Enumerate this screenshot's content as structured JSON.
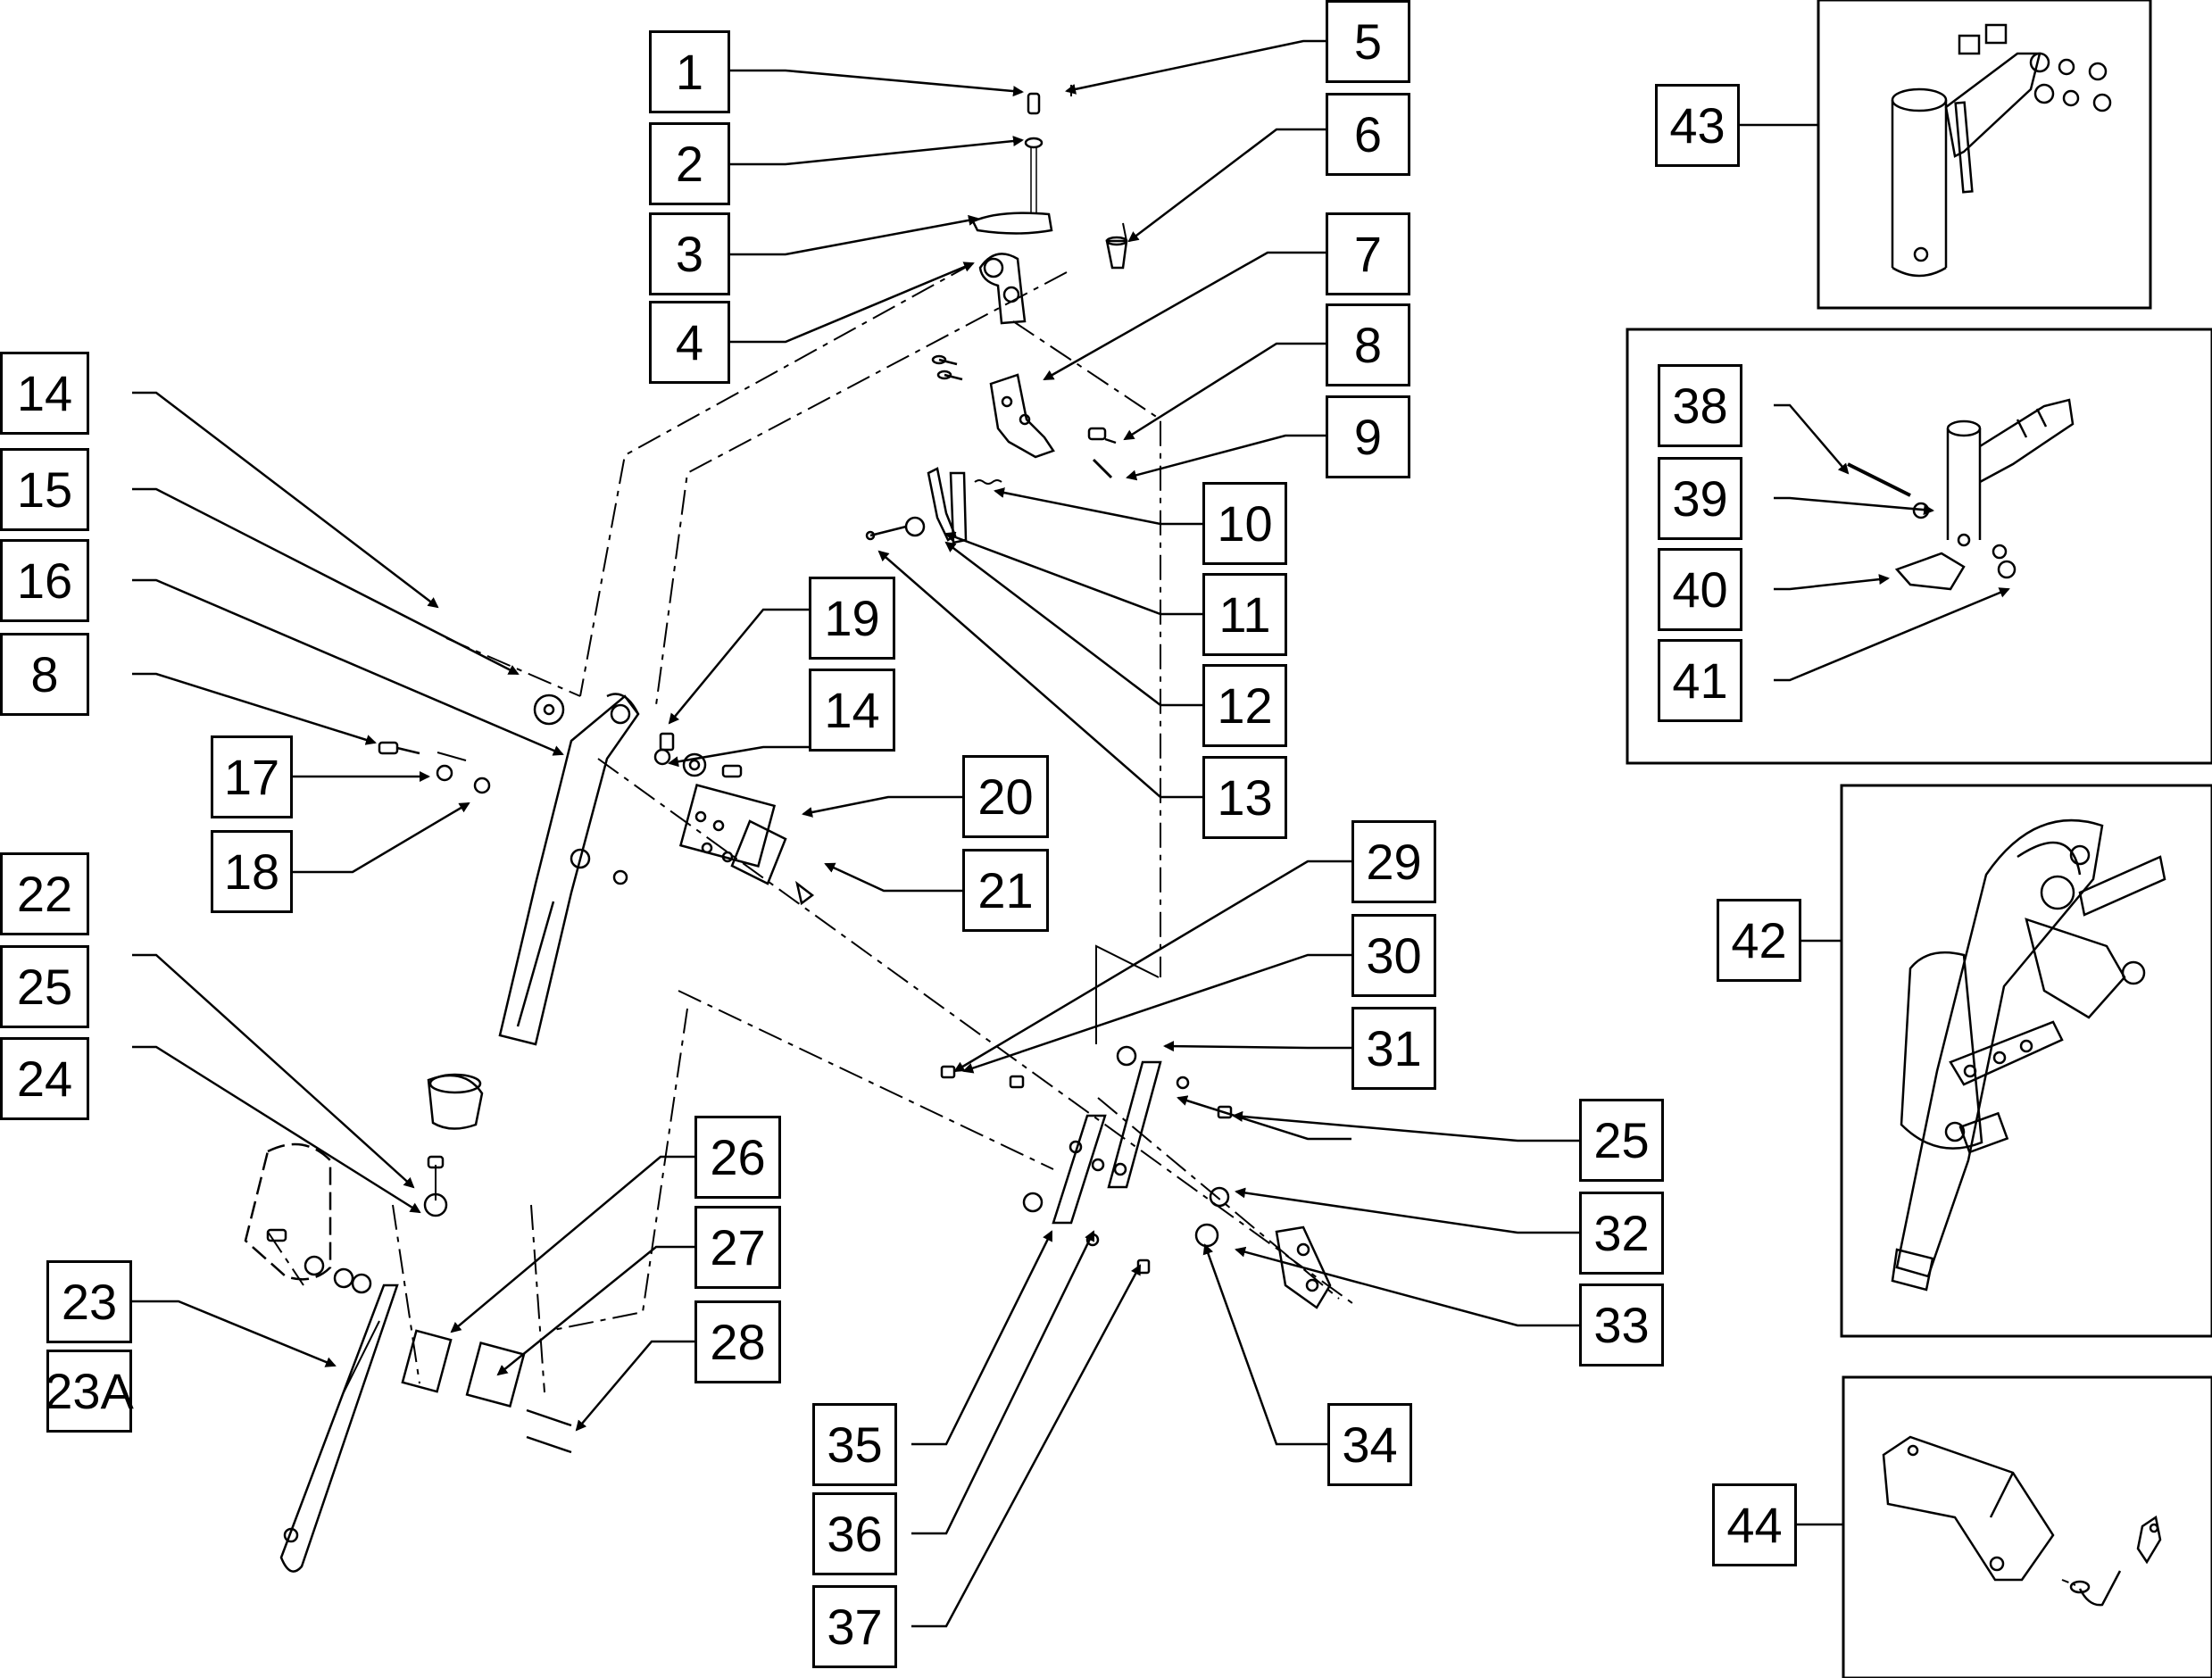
{
  "diagram": {
    "callouts": {
      "c1": "1",
      "c2": "2",
      "c3": "3",
      "c4": "4",
      "c5": "5",
      "c6": "6",
      "c7": "7",
      "c8a": "8",
      "c9": "9",
      "c10": "10",
      "c11": "11",
      "c12": "12",
      "c13": "13",
      "c14a": "14",
      "c15": "15",
      "c16": "16",
      "c8b": "8",
      "c17": "17",
      "c18": "18",
      "c19": "19",
      "c14b": "14",
      "c20": "20",
      "c21": "21",
      "c22": "22",
      "c25a": "25",
      "c24": "24",
      "c23": "23",
      "c23A": "23A",
      "c26": "26",
      "c27": "27",
      "c28": "28",
      "c29": "29",
      "c30": "30",
      "c31": "31",
      "c25b": "25",
      "c32": "32",
      "c33": "33",
      "c34": "34",
      "c35": "35",
      "c36": "36",
      "c37": "37",
      "c38": "38",
      "c39": "39",
      "c40": "40",
      "c41": "41",
      "c42": "42",
      "c43": "43",
      "c44": "44"
    }
  }
}
